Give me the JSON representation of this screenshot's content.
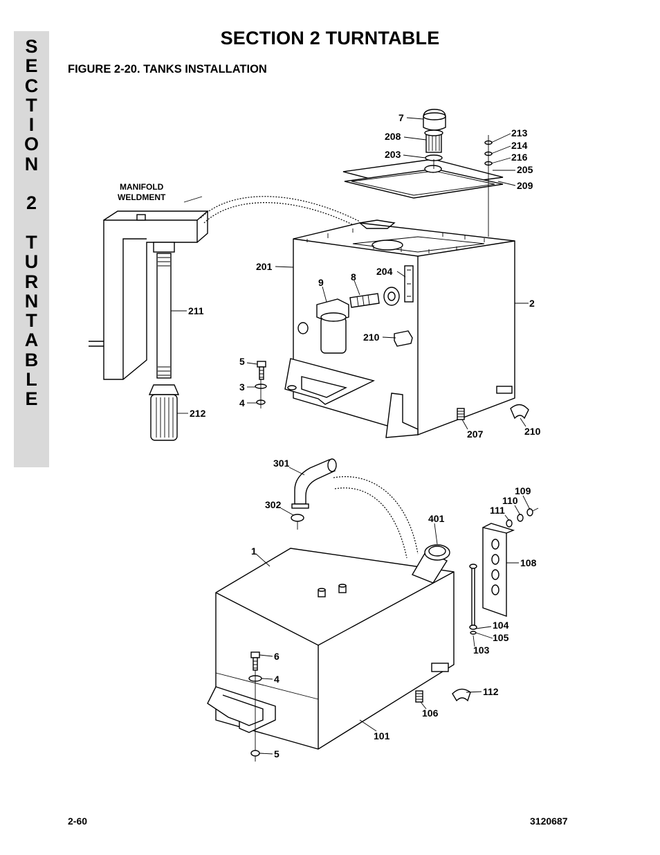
{
  "side_tab": {
    "letters": [
      "S",
      "E",
      "C",
      "T",
      "I",
      "O",
      "N",
      " ",
      "2",
      " ",
      "T",
      "U",
      "R",
      "N",
      "T",
      "A",
      "B",
      "L",
      "E"
    ]
  },
  "header": {
    "title": "SECTION 2  TURNTABLE",
    "figure_title": "FIGURE 2-20. TANKS INSTALLATION"
  },
  "callouts": {
    "c7": "7",
    "c208": "208",
    "c203": "203",
    "c213": "213",
    "c214": "214",
    "c216": "216",
    "c205": "205",
    "c209": "209",
    "manifold_line1": "MANIFOLD",
    "manifold_line2": "WELDMENT",
    "c201": "201",
    "c204": "204",
    "c9": "9",
    "c8": "8",
    "c2": "2",
    "c211": "211",
    "c210a": "210",
    "c5a": "5",
    "c3": "3",
    "c4a": "4",
    "c212": "212",
    "c207": "207",
    "c210b": "210",
    "c301": "301",
    "c302": "302",
    "c401": "401",
    "c109": "109",
    "c110": "110",
    "c111": "111",
    "c108": "108",
    "c1": "1",
    "c104": "104",
    "c105": "105",
    "c103": "103",
    "c6": "6",
    "c4b": "4",
    "c112": "112",
    "c106": "106",
    "c101": "101",
    "c5b": "5"
  },
  "footer": {
    "page": "2-60",
    "doc_number": "3120687"
  }
}
